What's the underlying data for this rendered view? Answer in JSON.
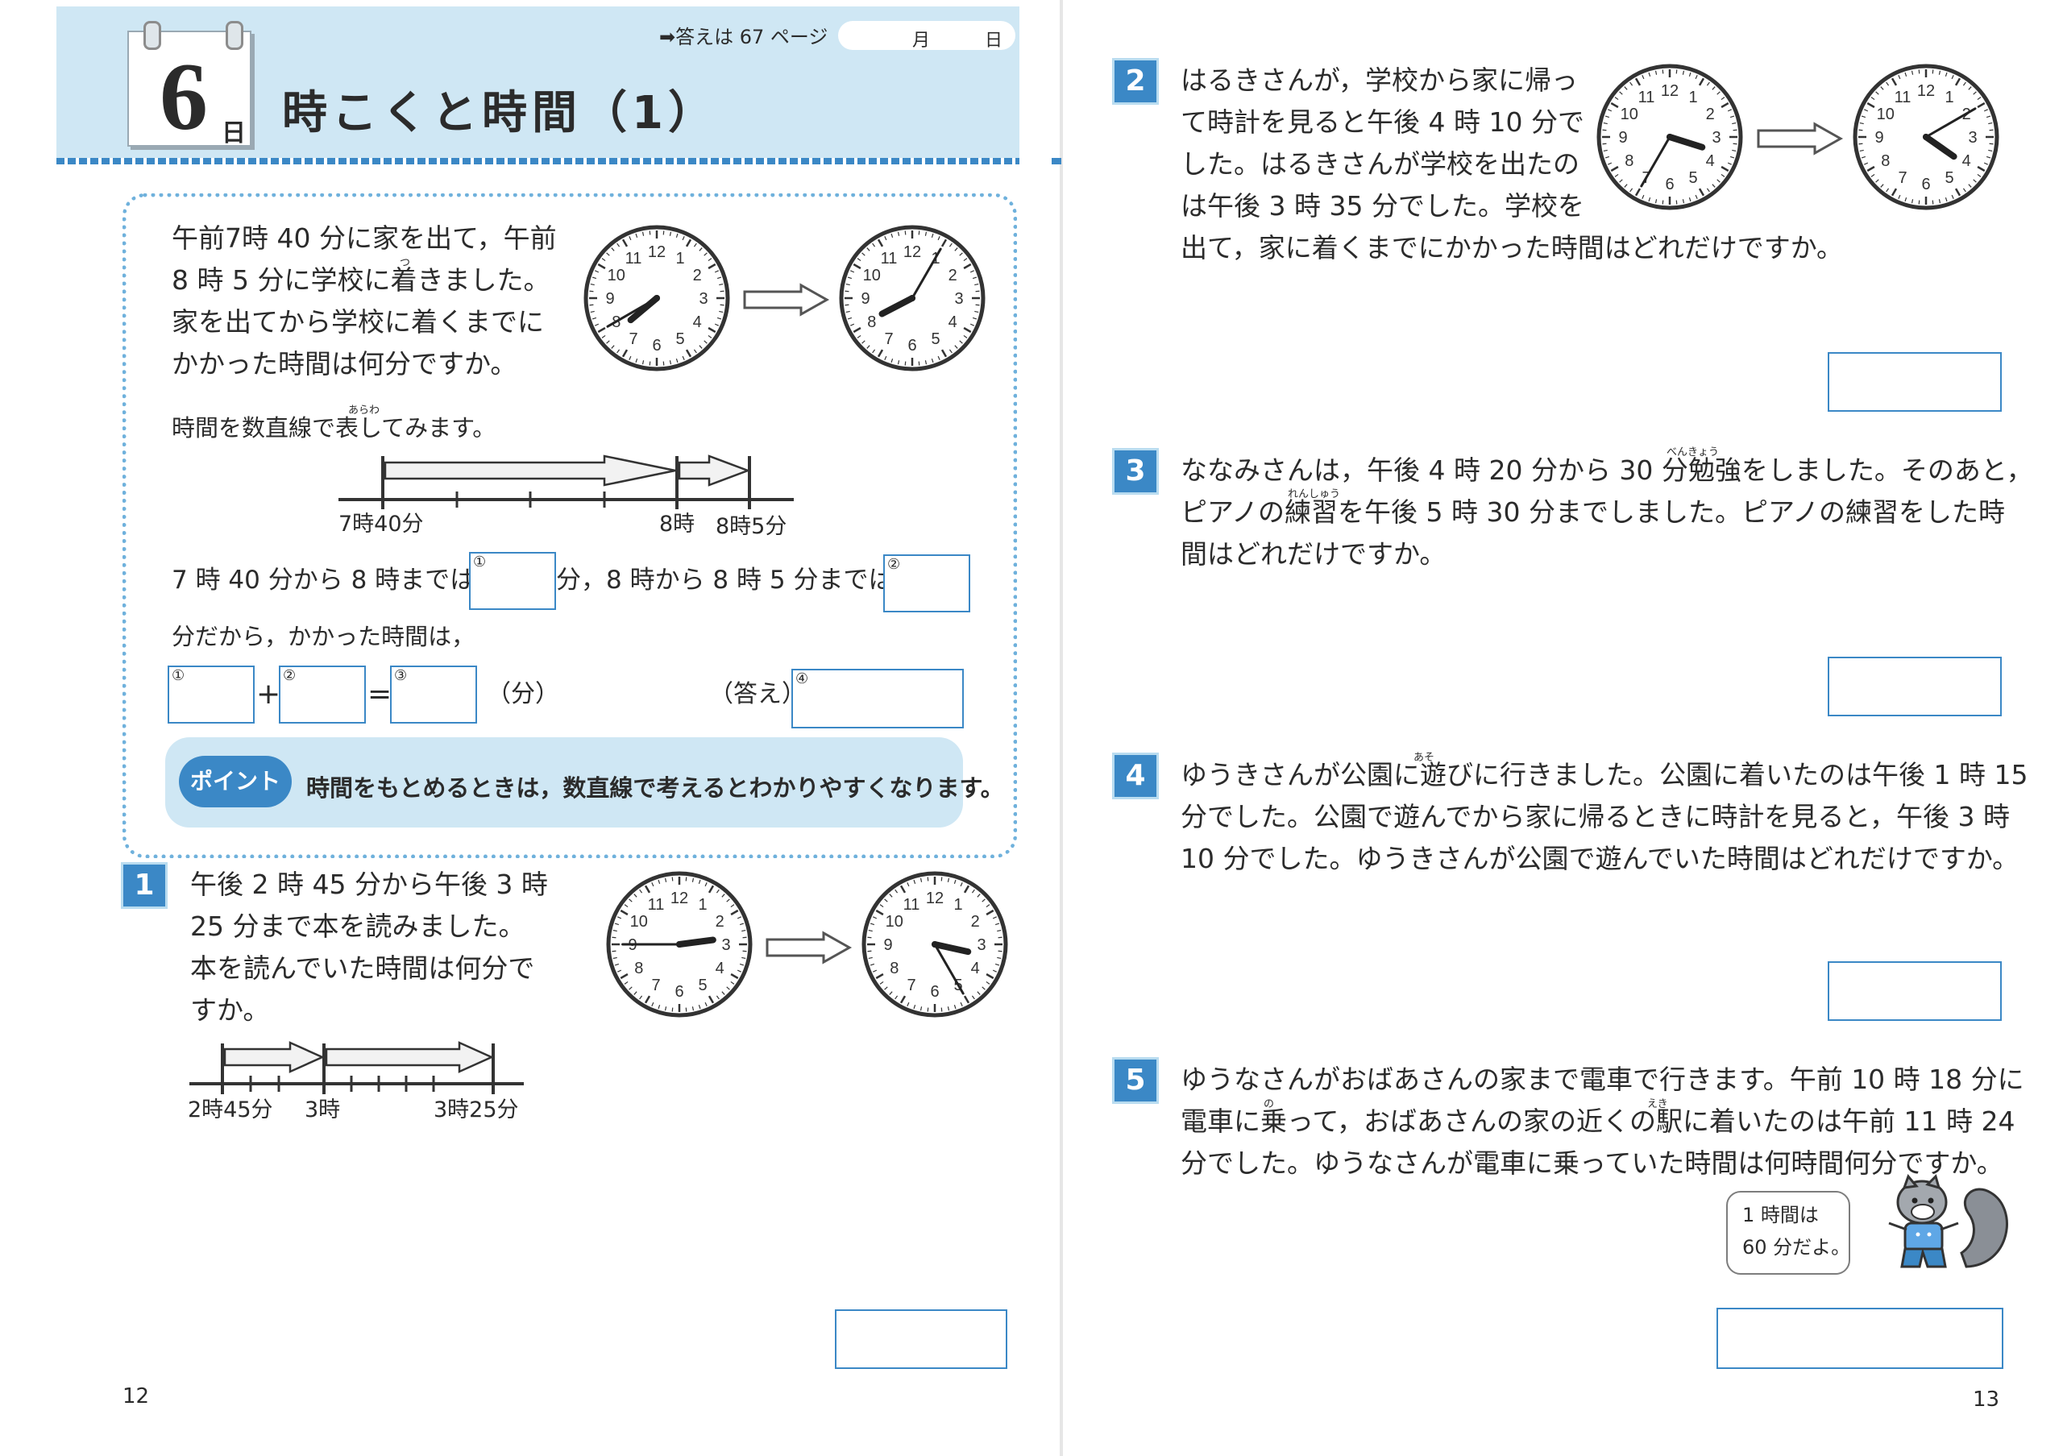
{
  "header": {
    "day_number": "6",
    "day_unit": "日",
    "title": "時こくと時間（1）",
    "answer_ref": "➡答えは 67 ページ",
    "month_label": "月",
    "day_label": "日"
  },
  "example": {
    "lines": [
      "午前7時 40 分に家を出て，午前",
      "8 時 5 分に学校に着きました。",
      "家を出てから学校に着くまでに",
      "かかった時間は何分ですか。"
    ],
    "ruby_tsu": "つ",
    "numberline_intro": "時間を数直線で表してみます。",
    "ruby_arawa": "あらわ",
    "tick_labels": [
      "7時40分",
      "8時",
      "8時5分"
    ],
    "fill_line1_a": "7 時 40 分から 8 時までは",
    "fill_line1_b": "分，8 時から 8 時 5 分までは",
    "fill_line2": "分だから，かかった時間は，",
    "unit_paren": "（分）",
    "answer_label": "（答え）",
    "circle1": "①",
    "circle2": "②",
    "circle3": "③",
    "circle4": "④",
    "plus": "+",
    "equals": "="
  },
  "point": {
    "badge": "ポイント",
    "text": "時間をもとめるときは，数直線で考えるとわかりやすくなります。"
  },
  "q1": {
    "number": "1",
    "lines": [
      "午後 2 時 45 分から午後 3 時",
      "25 分まで本を読みました。",
      "本を読んでいた時間は何分で",
      "すか。"
    ],
    "tick_labels": [
      "2時45分",
      "3時",
      "3時25分"
    ]
  },
  "q2": {
    "number": "2",
    "lines": [
      "はるきさんが，学校から家に帰っ",
      "て時計を見ると午後 4 時 10 分で",
      "した。はるきさんが学校を出たの",
      "は午後 3 時 35 分でした。学校を",
      "出て，家に着くまでにかかった時間はどれだけですか。"
    ]
  },
  "q3": {
    "number": "3",
    "lines": [
      "ななみさんは，午後 4 時 20 分から 30 分勉強をしました。そのあと，",
      "ピアノの練習を午後 5 時 30 分までしました。ピアノの練習をした時",
      "間はどれだけですか。"
    ],
    "ruby_benkyou": "べんきょう",
    "ruby_renshuu": "れんしゅう"
  },
  "q4": {
    "number": "4",
    "lines": [
      "ゆうきさんが公園に遊びに行きました。公園に着いたのは午後 1 時 15",
      "分でした。公園で遊んでから家に帰るときに時計を見ると，午後 3 時",
      "10 分でした。ゆうきさんが公園で遊んでいた時間はどれだけですか。"
    ],
    "ruby_aso": "あそ"
  },
  "q5": {
    "number": "5",
    "lines": [
      "ゆうなさんがおばあさんの家まで電車で行きます。午前 10 時 18 分に",
      "電車に乗って，おばあさんの家の近くの駅に着いたのは午前 11 時 24",
      "分でした。ゆうなさんが電車に乗っていた時間は何時間何分ですか。"
    ],
    "ruby_no": "の",
    "ruby_eki": "えき",
    "bubble_lines": [
      "1 時間は",
      "60 分だよ。"
    ]
  },
  "clock_numerals": [
    "12",
    "1",
    "2",
    "3",
    "4",
    "5",
    "6",
    "7",
    "8",
    "9",
    "10",
    "11"
  ],
  "page_numbers": {
    "left": "12",
    "right": "13"
  },
  "colors": {
    "accent": "#3b88c6",
    "header_bg": "#cfe7f4",
    "dotted_border": "#6fb1dc"
  }
}
